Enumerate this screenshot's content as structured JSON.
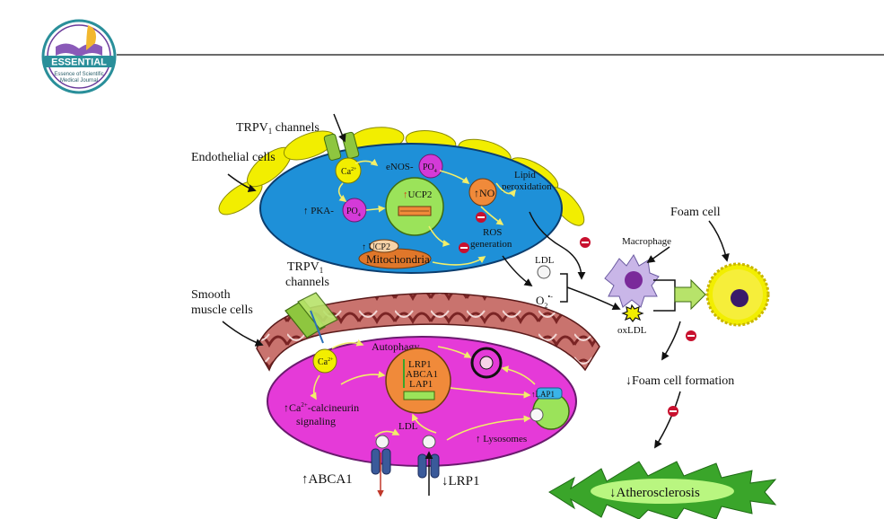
{
  "journal_logo": {
    "name": "ESSENTIAL",
    "tagline_line1": "Essence of Scientific",
    "tagline_line2": "Medical Journal"
  },
  "diagram": {
    "labels": {
      "trpv1_channels_top": "TRPV",
      "trpv1_channels_top_sub": "1",
      "trpv1_channels_top_suffix": " channels",
      "endothelial_cells": "Endothelial cells",
      "ca2_top": "Ca",
      "ca2_top_sup": "2+",
      "enos": "eNOS-",
      "po4_top": "PO",
      "po4_top_sub": "4",
      "pka": "PKA-",
      "po4_pka": "PO",
      "po4_pka_sub": "4",
      "ucp2_top": "UCP2",
      "ucp2_small": "UCP2",
      "mitochondria": "Mitochondria",
      "no": "NO",
      "lipid_peroxidation_1": "Lipid",
      "lipid_peroxidation_2": "peroxidation",
      "ros_1": "ROS",
      "ros_2": "generation",
      "ldl_right": "LDL",
      "o2": "O",
      "o2_sub": "2",
      "o2_sup": "•-",
      "macrophage": "Macrophage",
      "foam_cell": "Foam cell",
      "oxldl": "oxLDL",
      "foam_cell_formation": "Foam cell formation",
      "atherosclerosis": "Atherosclerosis",
      "trpv1_channels_bottom_1": "TRPV",
      "trpv1_channels_bottom_sub": "1",
      "trpv1_channels_bottom_2": "channels",
      "smooth_muscle_1": "Smooth",
      "smooth_muscle_2": "muscle cells",
      "ca2_bottom": "Ca",
      "ca2_bottom_sup": "2+",
      "autophagy": "Autophagy",
      "lrp1": "LRP1",
      "abca1": "ABCA1",
      "lap1": "LAP1",
      "lap1_small": "LAP1",
      "ca_calcineurin": "Ca",
      "ca_calcineurin_sup": "2+",
      "ca_calcineurin_suffix": "-calcineurin",
      "signaling": "signaling",
      "ldl_bottom": "LDL",
      "lysosomes": "Lysosomes",
      "abca1_bottom": "ABCA1",
      "lrp1_bottom": "LRP1"
    }
  },
  "colors": {
    "endothelial_cell": "#1e90d8",
    "smooth_muscle_cell": "#e53ad8",
    "yellow_cell": "#f2ee00",
    "green_organelle": "#9be35a",
    "orange_organelle": "#f08a3a",
    "purple_node": "#d43ad8",
    "arrow_yellow": "#f6f3a0",
    "inhibit_red": "#c8102e",
    "atherosclerosis_burst": "#3aa52a",
    "logo_teal": "#2a8f9a",
    "logo_purple": "#6a3a9a"
  }
}
